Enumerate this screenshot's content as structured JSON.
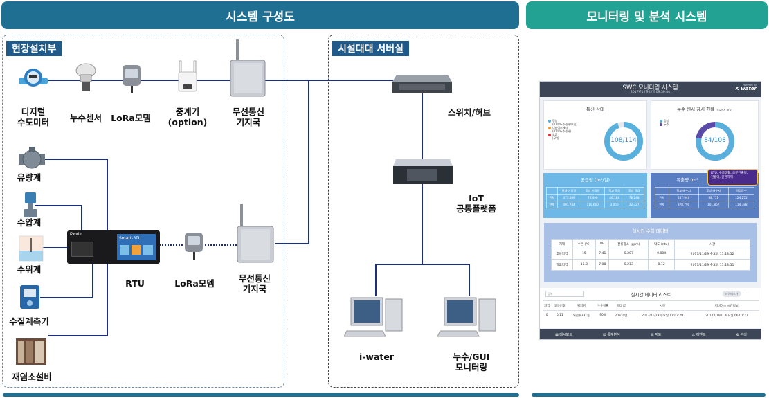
{
  "headers": {
    "system": "시스템 구성도",
    "monitoring": "모니터링 및 분석 시스템"
  },
  "zones": {
    "field": "현장설치부",
    "server": "시설대대 서버실"
  },
  "devices": {
    "digital_meter": [
      "디지털",
      "수도미터"
    ],
    "leak_sensor": "누수센서",
    "lora_modem_top": "LoRa모뎀",
    "repeater": [
      "중계기",
      "(option)"
    ],
    "base_station_top": [
      "무선통신",
      "기지국"
    ],
    "flow_meter": "유량계",
    "pressure_meter": "수압계",
    "level_meter": "수위계",
    "water_quality": "수질계측기",
    "chlorination": "재염소설비",
    "rtu": "RTU",
    "rtu_screen": "Smart-RTU",
    "rtu_brand": "K-water",
    "lora_modem_mid": "LoRa모뎀",
    "base_station_mid": [
      "무선통신",
      "기지국"
    ],
    "switch": "스위치/허브",
    "iot_platform": [
      "IoT",
      "공통플랫폼"
    ],
    "pc_iwater": "i-water",
    "pc_monitor": [
      "누수/GUI",
      "모니터링"
    ]
  },
  "dashboard": {
    "title": "SWC 모니터링 시스템",
    "date": "2017년12월02일 09:50:44",
    "brand": "K water",
    "brand_sub": "Powered by",
    "comm_status": {
      "title": "통신 상태",
      "legend": [
        "정상",
        "(RTU/누수센서/모뎀)",
        "디바이스에러",
        "(RTU/누수센서)",
        "오류",
        "(모뎀)"
      ],
      "value": "108/114",
      "ratio": 0.947
    },
    "leak_status": {
      "title": "누수 센서 감시 현황",
      "title_sub": "(누수센서 RTU)",
      "legend": [
        "정상",
        "누수"
      ],
      "value": "84/108",
      "ratio": 0.778
    },
    "supply": {
      "title": "공급량 (m³/일)",
      "headers": [
        "",
        "관사 가정량",
        "후방 가정량",
        "학교 공급",
        "후방 공급"
      ],
      "rows": [
        [
          "전일",
          "473.089",
          "76.490",
          "40.184",
          "78.248"
        ],
        [
          "현재",
          "401.744",
          "110.660",
          "3.050",
          "32.327"
        ]
      ]
    },
    "outflow": {
      "title": "유출량 (m³",
      "headers": [
        "",
        "학교 배수지",
        "후방 배수지",
        "직접급수"
      ],
      "rows": [
        [
          "전일",
          "247.940",
          "68.711",
          "124.255"
        ],
        [
          "현재",
          "378.790",
          "101.857",
          "114.788"
        ]
      ]
    },
    "tooltip": [
      "RTU, 수중생활, 흡분연출정,",
      "전생이, 원관지역"
    ],
    "water_quality": {
      "title": "실시간 수질 데이터",
      "headers": [
        "지역",
        "수온 (℃)",
        "PH",
        "잔류염소 (ppm)",
        "탁도 (ntu)",
        "시간"
      ],
      "rows": [
        [
          "후방지역",
          "15",
          "7.41",
          "0.207",
          "0.004",
          "2017/11/29 수요일 11:18:52"
        ],
        [
          "학교지역",
          "15.8",
          "7.08",
          "0.213",
          "0.12",
          "2017/11/29 수요일 11:18:51"
        ]
      ]
    },
    "realtime": {
      "title": "실시간 데이터 리스트",
      "search_placeholder": "검색",
      "search_btn": "데이터추가",
      "more": "...",
      "headers": [
        "지역",
        "고유번호",
        "위치명",
        "누수확률",
        "미터 값",
        "시간",
        "디바이스 시간정보"
      ],
      "row": [
        "0",
        "0/11",
        "외선위331동",
        "90%",
        "20910번",
        "2017/11/29 수요일 11:07:29",
        "2017/0.0/01 토요일 06:01:27"
      ]
    },
    "nav": [
      "대시보드",
      "통계분석",
      "지도",
      "이벤트",
      "관리"
    ]
  }
}
